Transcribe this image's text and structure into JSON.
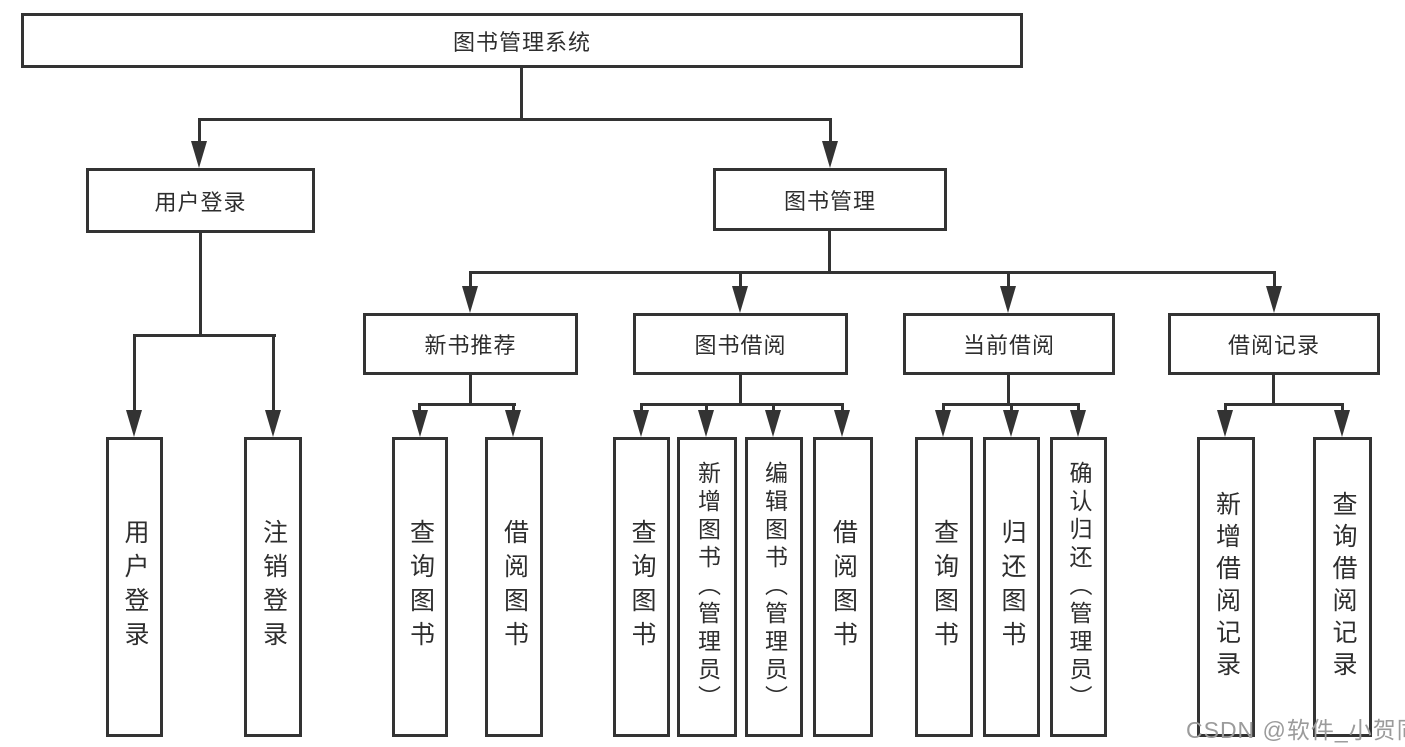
{
  "nodes": {
    "root": "图书管理系统",
    "login": {
      "label": "用户登录",
      "children": [
        "用户登录",
        "注销登录"
      ]
    },
    "management": {
      "label": "图书管理",
      "groups": [
        {
          "label": "新书推荐",
          "children": [
            "查询图书",
            "借阅图书"
          ]
        },
        {
          "label": "图书借阅",
          "children": [
            "查询图书",
            "新增图书（管理员）",
            "编辑图书（管理员）",
            "借阅图书"
          ]
        },
        {
          "label": "当前借阅",
          "children": [
            "查询图书",
            "归还图书",
            "确认归还（管理员）"
          ]
        },
        {
          "label": "借阅记录",
          "children": [
            "新增借阅记录",
            "查询借阅记录"
          ]
        }
      ]
    }
  },
  "watermark": "CSDN @软件_小贺同学",
  "colors": {
    "line": "#333333",
    "text": "#2e2e2e",
    "box_fill": "#ffffff",
    "background": "#ffffff",
    "watermark": "#9b9b9b"
  }
}
